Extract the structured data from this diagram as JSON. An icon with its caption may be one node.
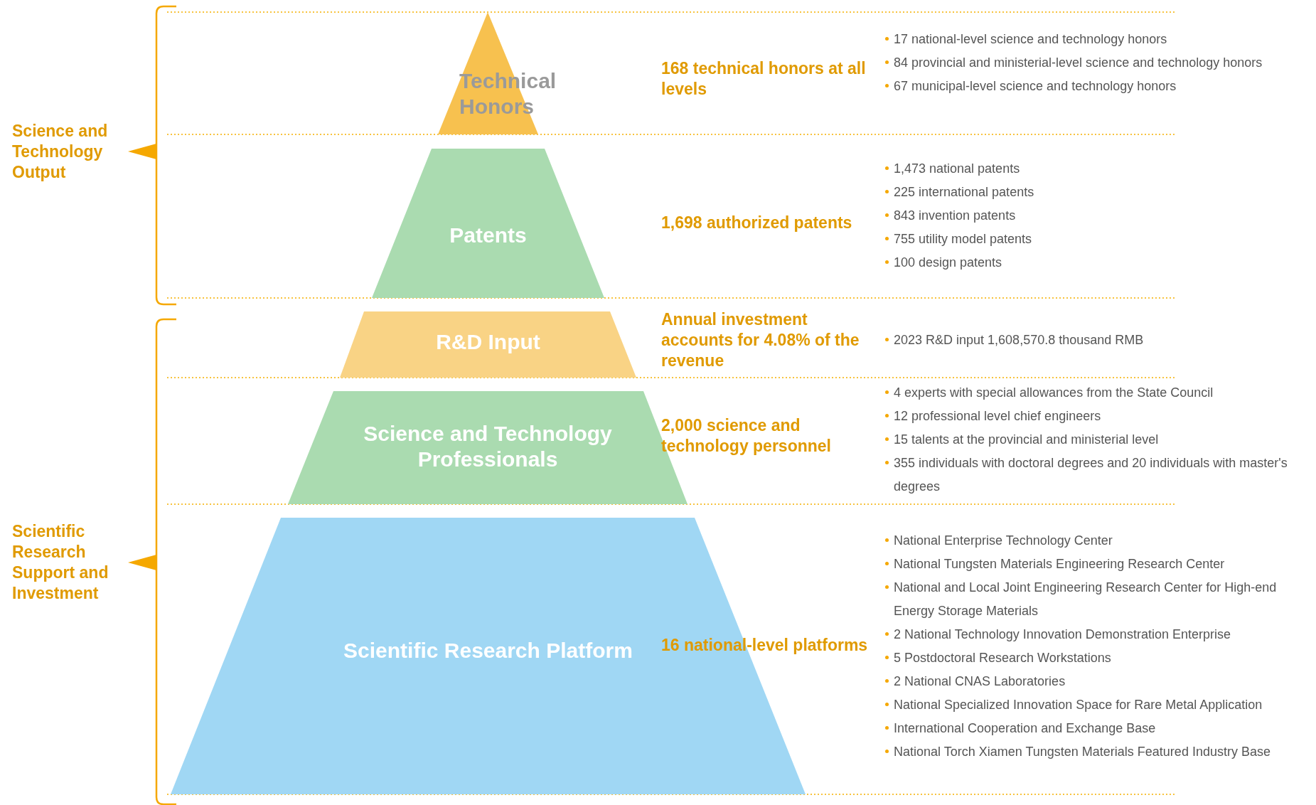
{
  "diagram": {
    "nodes": [
      {
        "text": [
          "Technical Honors"
        ],
        "beside": [
          "168 technical honors at all levels",
          "17 national-level science and technology honors",
          "84 provincial and ministerial-level science and technology honors",
          "67 municipal-level science and technology honors"
        ]
      },
      {
        "text": [
          "Patents"
        ],
        "beside": [
          "1,698 authorized patents",
          "1,473 national patents",
          "225 international patents",
          "843 invention patents",
          "755 utility model patents",
          "100 design patents"
        ]
      },
      {
        "text": [
          "R&D Input"
        ],
        "beside": [
          "Annual investment accounts for 4.08% of the revenue",
          "2023 R&D input 1,608,570.8 thousand  RMB"
        ]
      },
      {
        "text": [
          "Science and Technology Professionals"
        ],
        "beside": [
          "2,000 science and technology personnel",
          "4 experts with special allowances from the State Council",
          "12 professional level chief engineers",
          "15 talents at the provincial and ministerial level",
          "355 individuals with doctoral degrees and 20 individuals with master's degrees"
        ]
      },
      {
        "text": [
          "Scientific Research Platform"
        ],
        "beside": [
          "16 national-level platforms",
          "National Enterprise Technology Center",
          "National Tungsten Materials Engineering Research Center",
          "National and Local Joint Engineering Research Center for High-end Energy Storage Materials",
          "2 National Technology Innovation Demonstration Enterprise",
          "5 Postdoctoral Research Workstations",
          "2 National CNAS Laboratories",
          "National Specialized Innovation Space for Rare Metal Application",
          "International Cooperation and Exchange Base",
          "National Torch Xiamen Tungsten Materials Featured Industry Base"
        ]
      }
    ],
    "edges": [],
    "labels": [
      "Science and Technology Output",
      "Scientific Research Support and Investment"
    ]
  }
}
